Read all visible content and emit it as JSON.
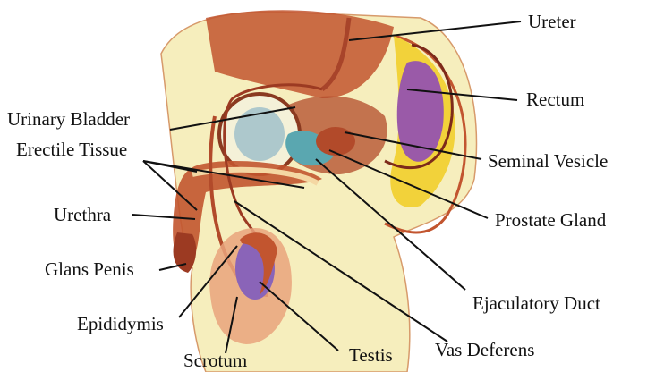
{
  "labels": {
    "ureter": "Ureter",
    "rectum": "Rectum",
    "urinary_bladder": "Urinary Bladder",
    "erectile_tissue": "Erectile Tissue",
    "seminal_vesicle": "Seminal Vesicle",
    "urethra": "Urethra",
    "prostate_gland": "Prostate Gland",
    "glans_penis": "Glans Penis",
    "ejaculatory_duct": "Ejaculatory Duct",
    "epididymis": "Epididymis",
    "vas_deferens": "Vas Deferens",
    "testis": "Testis",
    "scrotum": "Scrotum"
  },
  "colors": {
    "skin": "#f6eebd",
    "muscle": "#c2552f",
    "muscle_dark": "#9c3a22",
    "rectum_purple": "#9a5aa8",
    "fat_yellow": "#f2d23a",
    "seminal_teal": "#5aa7b0",
    "bladder_blue": "#8fb7c8",
    "testis_purple": "#8a64b8",
    "scrotum_peach": "#e9a37d",
    "line": "#111111"
  }
}
